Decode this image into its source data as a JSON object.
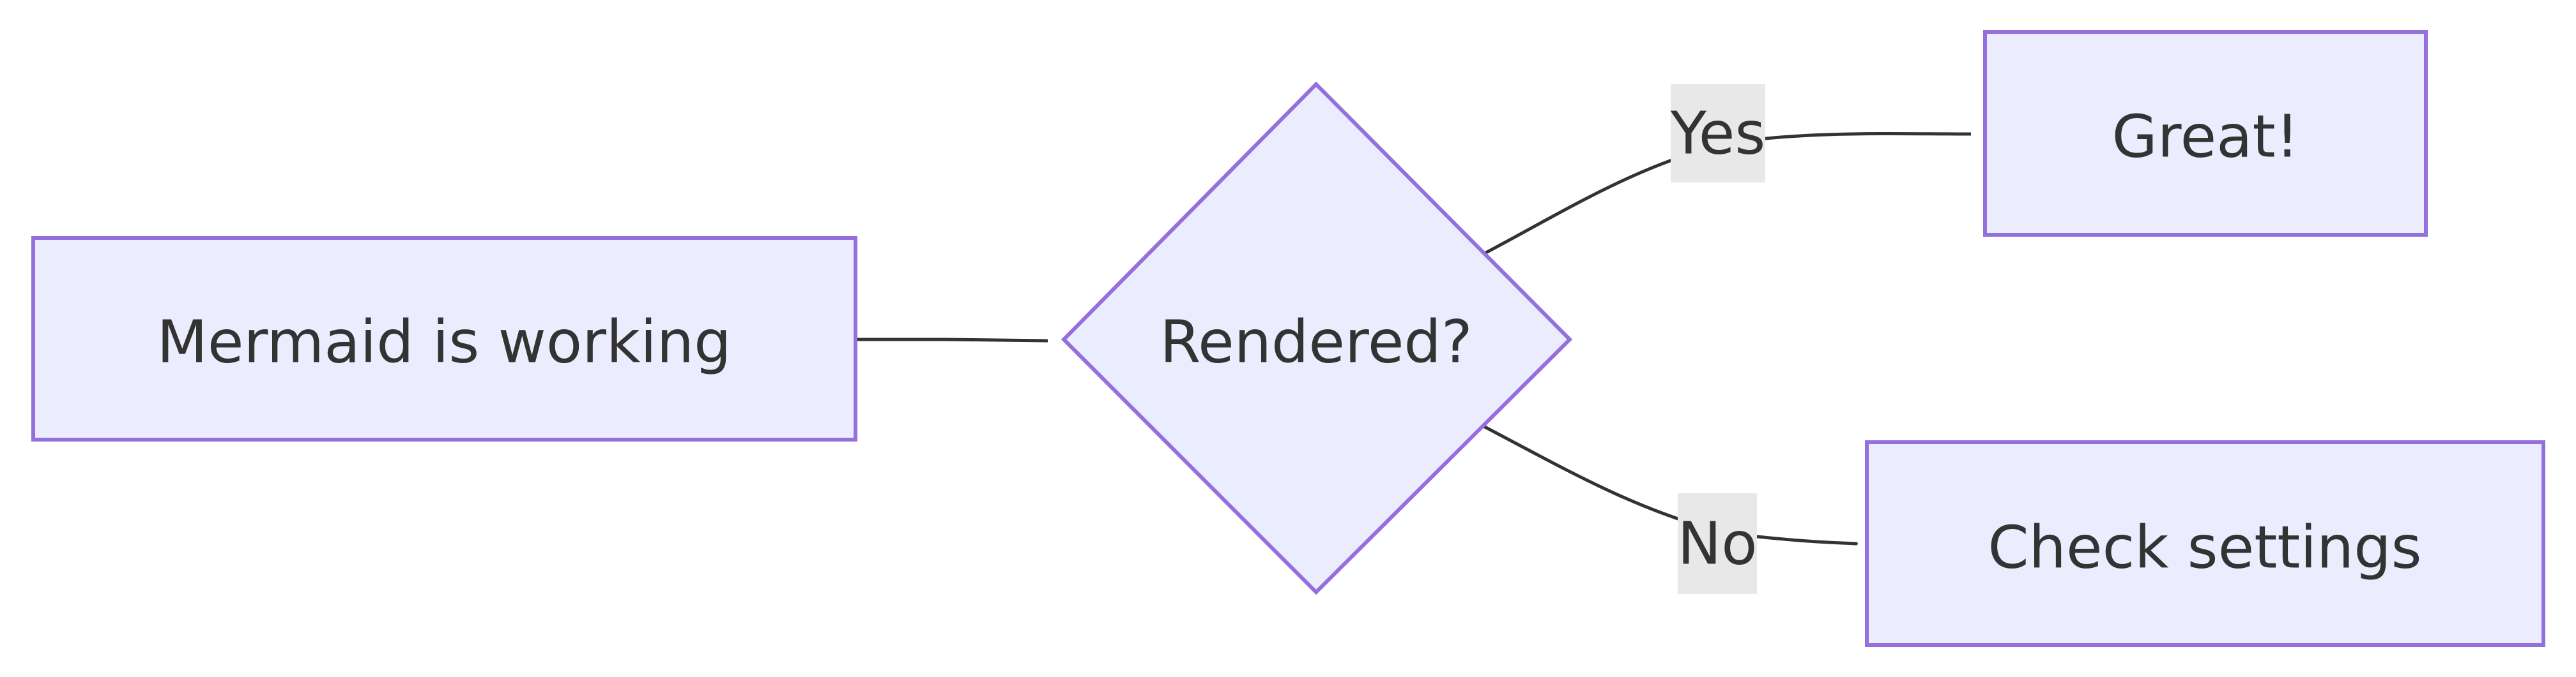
{
  "diagram": {
    "type": "flowchart",
    "direction": "LR",
    "nodes": {
      "start": {
        "label": "Mermaid is working",
        "shape": "rectangle"
      },
      "decision": {
        "label": "Rendered?",
        "shape": "diamond"
      },
      "great": {
        "label": "Great!",
        "shape": "rectangle"
      },
      "check": {
        "label": "Check settings",
        "shape": "rectangle"
      }
    },
    "edges": [
      {
        "from": "start",
        "to": "decision",
        "label": ""
      },
      {
        "from": "decision",
        "to": "great",
        "label": "Yes"
      },
      {
        "from": "decision",
        "to": "check",
        "label": "No"
      }
    ],
    "colors": {
      "node_fill": "#ECECFF",
      "node_stroke": "#9370DB",
      "edge": "#333333",
      "text": "#333333",
      "edge_label_bg": "#E8E8E8"
    }
  }
}
